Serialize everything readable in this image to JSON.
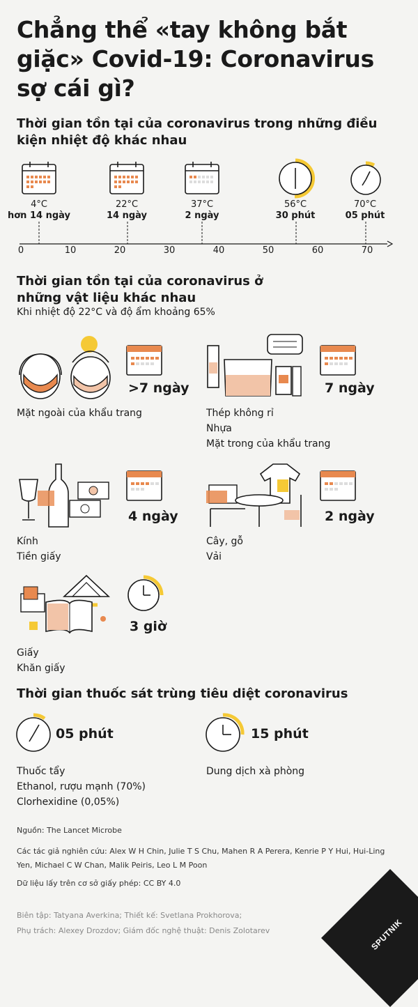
{
  "title": "Chẳng thể «tay không bắt giặc» Covid-19: Coronavirus sợ cái gì?",
  "section1": {
    "heading": "Thời gian tồn tại của coronavirus trong những điều kiện nhiệt độ khác nhau",
    "items": [
      {
        "temp": "4°C",
        "duration": "hơn 14 ngày",
        "icon": "calendar-icon"
      },
      {
        "temp": "22°C",
        "duration": "14 ngày",
        "icon": "calendar-icon"
      },
      {
        "temp": "37°C",
        "duration": "2 ngày",
        "icon": "calendar-icon"
      },
      {
        "temp": "56°C",
        "duration": "30 phút",
        "icon": "clock-icon"
      },
      {
        "temp": "70°C",
        "duration": "05 phút",
        "icon": "clock-icon"
      }
    ],
    "axis_ticks": [
      "0",
      "10",
      "20",
      "30",
      "40",
      "50",
      "60",
      "70"
    ]
  },
  "section2": {
    "heading": "Thời gian tồn tại của coronavirus ở những vật liệu khác nhau",
    "subheading": "Khi nhiệt độ 22°C và độ ẩm khoảng 65%",
    "groups": [
      {
        "duration": ">7 ngày",
        "labels": [
          "Mặt ngoài của khẩu trang"
        ]
      },
      {
        "duration": "7 ngày",
        "labels": [
          "Thép không rỉ",
          "Nhựa",
          "Mặt trong của khẩu trang"
        ]
      },
      {
        "duration": "4 ngày",
        "labels": [
          "Kính",
          "Tiền giấy"
        ]
      },
      {
        "duration": "2 ngày",
        "labels": [
          "Cây, gỗ",
          "Vải"
        ]
      },
      {
        "duration": "3 giờ",
        "labels": [
          "Giấy",
          "Khăn giấy"
        ]
      }
    ]
  },
  "section3": {
    "heading": "Thời gian thuốc sát trùng tiêu diệt coronavirus",
    "items": [
      {
        "duration": "05 phút",
        "labels": [
          "Thuốc tẩy",
          "Ethanol, rượu mạnh (70%)",
          "Clorhexidine (0,05%)"
        ]
      },
      {
        "duration": "15 phút",
        "labels": [
          "Dung dịch xà phòng"
        ]
      }
    ]
  },
  "footer": {
    "source": "Nguồn: The Lancet Microbe",
    "authors": "Các tác giả nghiên cứu: Alex W H Chin, Julie T S Chu, Mahen R A Perera, Kenrie P Y Hui, Hui-Ling Yen, Michael C W Chan, Malik Peiris, Leo L M Poon",
    "license": "Dữ liệu lấy trên cơ sở giấy phép: CC BY 4.0",
    "credits1": "Biên tập: Tatyana Averkina; Thiết kế: Svetlana Prokhorova;",
    "credits2": "Phụ trách: Alexey Drozdov; Giám đốc nghệ thuật: Denis Zolotarev",
    "logo": "SPUTNIK"
  },
  "colors": {
    "accent_orange": "#e8894f",
    "accent_yellow": "#f5c935",
    "peach": "#f2c4a8",
    "ink": "#1a1a1a"
  }
}
